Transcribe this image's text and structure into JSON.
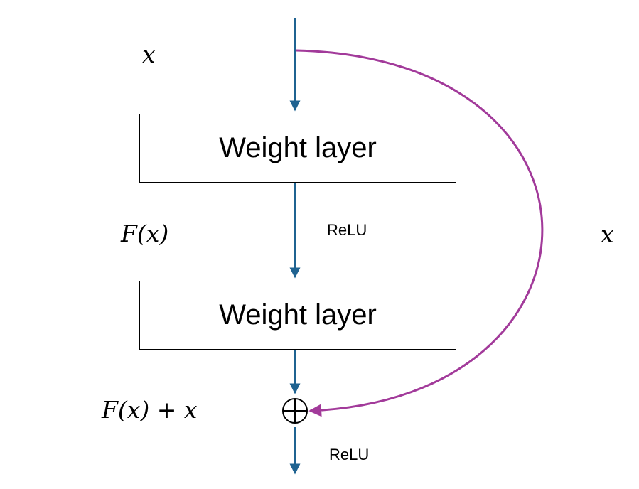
{
  "diagram": {
    "input_label": "x",
    "layer1_label": "Weight layer",
    "layer2_label": "Weight layer",
    "fx_label": "F(x)",
    "relu_1": "ReLU",
    "sum_label": "F(x) + x",
    "relu_2": "ReLU",
    "skip_label": "x"
  },
  "colors": {
    "main_arrow": "#1f6391",
    "skip_arrow": "#a23a9a",
    "box_border": "#000000"
  },
  "icons": {
    "sum_node": "circle-plus-icon"
  }
}
